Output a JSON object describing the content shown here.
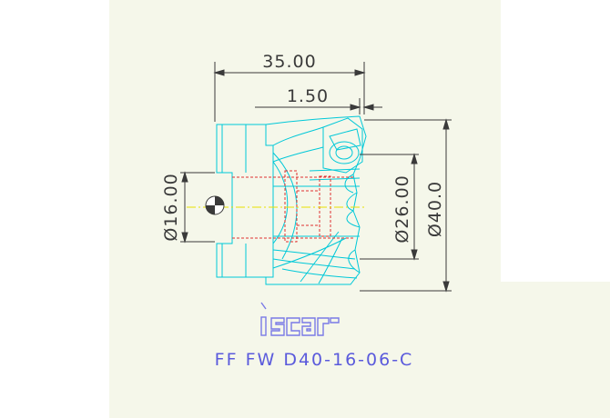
{
  "drawing": {
    "dimensions": {
      "length": "35.00",
      "offset": "1.50",
      "bore": "Ø16.00",
      "hub": "Ø26.00",
      "outer": "Ø40.0"
    },
    "brand_logo": "iscar",
    "part_number": "FF FW D40-16-06-C",
    "colors": {
      "background": "#f5f7ea",
      "outline": "#00c8d8",
      "hidden": "#e03030",
      "dimension": "#3a3a3a",
      "logo": "#7a7ae6",
      "center_line": "#e8e000"
    }
  }
}
